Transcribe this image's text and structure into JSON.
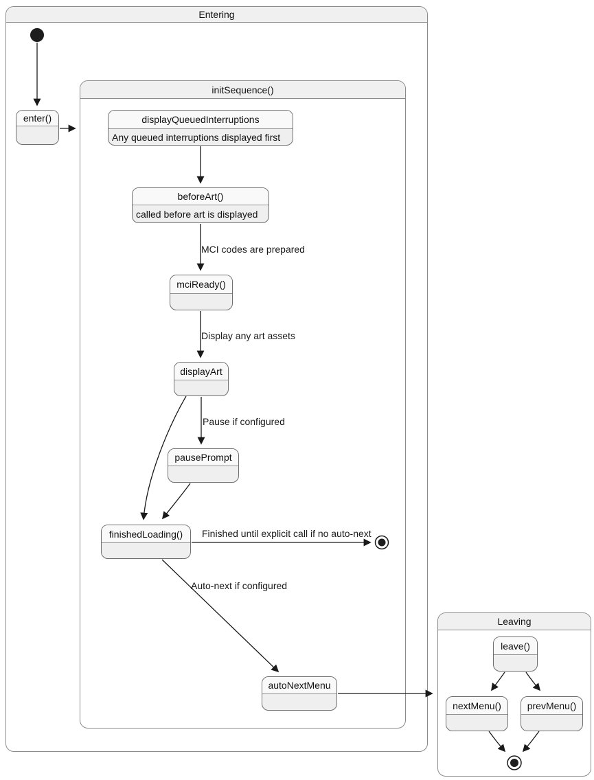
{
  "diagram": {
    "type": "state-diagram",
    "containers": {
      "entering": {
        "title": "Entering"
      },
      "init_sequence": {
        "title": "initSequence()"
      },
      "leaving": {
        "title": "Leaving"
      }
    },
    "states": {
      "enter": {
        "label": "enter()",
        "description": ""
      },
      "display_queued_interruptions": {
        "label": "displayQueuedInterruptions",
        "description": "Any queued interruptions displayed first"
      },
      "before_art": {
        "label": "beforeArt()",
        "description": "called before art is displayed"
      },
      "mci_ready": {
        "label": "mciReady()",
        "description": ""
      },
      "display_art": {
        "label": "displayArt",
        "description": ""
      },
      "pause_prompt": {
        "label": "pausePrompt",
        "description": ""
      },
      "finished_loading": {
        "label": "finishedLoading()",
        "description": ""
      },
      "auto_next_menu": {
        "label": "autoNextMenu",
        "description": ""
      },
      "leave": {
        "label": "leave()",
        "description": ""
      },
      "next_menu": {
        "label": "nextMenu()",
        "description": ""
      },
      "prev_menu": {
        "label": "prevMenu()",
        "description": ""
      }
    },
    "transitions": {
      "mci_prepared": {
        "label": "MCI codes are prepared"
      },
      "display_art_assets": {
        "label": "Display any art assets"
      },
      "pause_if_configured": {
        "label": "Pause if configured"
      },
      "finished_no_auto_next": {
        "label": "Finished until explicit call if no auto-next"
      },
      "auto_next_if_configured": {
        "label": "Auto-next if configured"
      }
    },
    "icons": {
      "initial_state": "initial-state-dot",
      "final_state_entering": "final-state-icon",
      "final_state_leaving": "final-state-icon"
    },
    "colors": {
      "state_fill": "#efefef",
      "state_title_fill": "#f9f9f9",
      "state_border": "#6f6f6f",
      "container_title_fill": "#f0f0f0",
      "container_border": "#8a8a8a",
      "arrow": "#1a1a1a",
      "text": "#111111",
      "background": "#ffffff"
    }
  }
}
